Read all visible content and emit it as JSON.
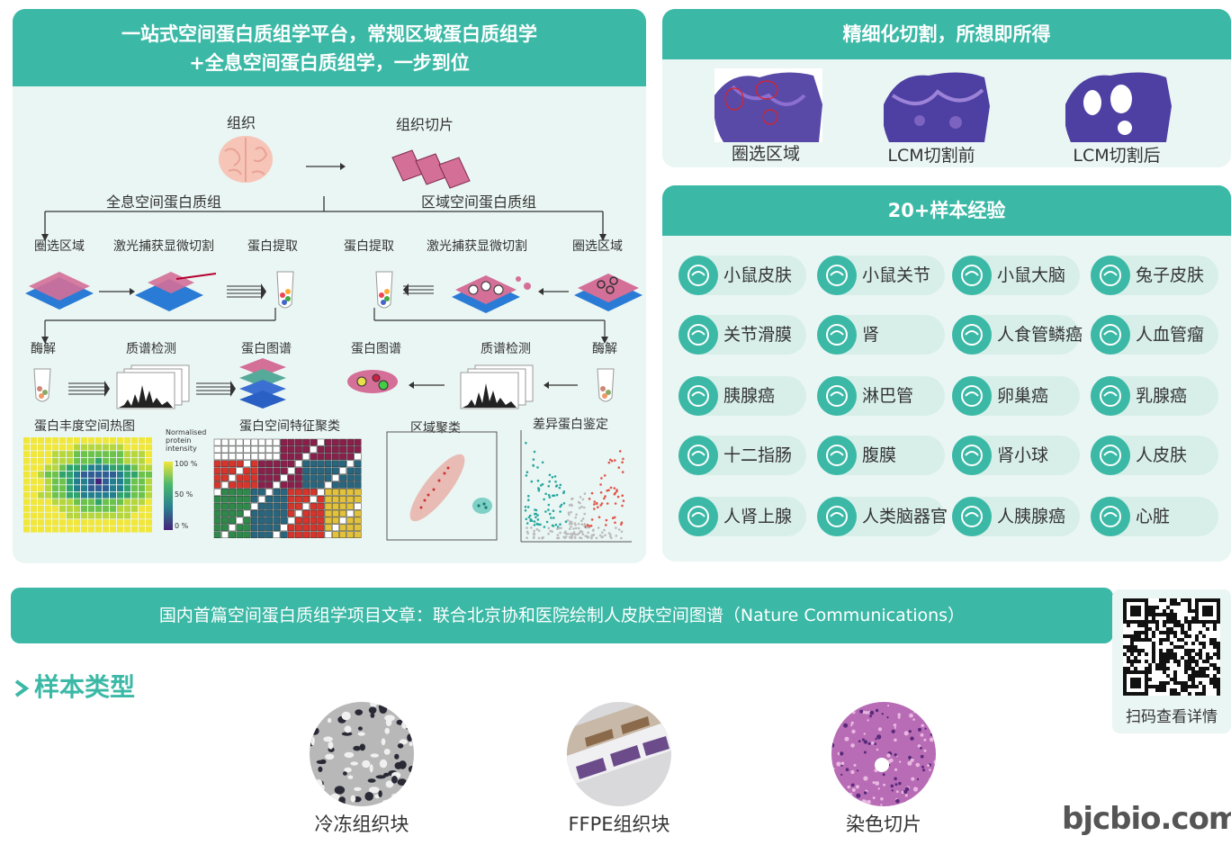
{
  "left_panel": {
    "title_line1": "一站式空间蛋白质组学平台，常规区域蛋白质组学",
    "title_line2": "+全息空间蛋白质组学，一步到位",
    "tissue": "组织",
    "tissue_section": "组织切片",
    "holo_branch": "全息空间蛋白质组",
    "regional_branch": "区域空间蛋白质组",
    "left_steps": [
      "圈选区域",
      "激光捕获显微切割",
      "蛋白提取"
    ],
    "right_steps": [
      "蛋白提取",
      "激光捕获显微切割",
      "圈选区域"
    ],
    "left_steps2": [
      "酶解",
      "质谱检测",
      "蛋白图谱"
    ],
    "right_steps2": [
      "蛋白图谱",
      "质谱检测",
      "酶解"
    ],
    "bottom_labels": [
      "蛋白丰度空间热图",
      "蛋白空间特征聚类",
      "区域聚类",
      "差异蛋白鉴定"
    ],
    "legend": {
      "title_lines": [
        "Normalised",
        "protein",
        "intensity"
      ],
      "ticks": [
        "100 %",
        "50 %",
        "0 %"
      ]
    }
  },
  "top_right": {
    "title": "精细化切割，所想即所得",
    "images": [
      "圈选区域",
      "LCM切割前",
      "LCM切割后"
    ]
  },
  "samples": {
    "title": "20+样本经验",
    "items": [
      {
        "label": "小鼠皮肤",
        "icon": "skin-icon"
      },
      {
        "label": "小鼠关节",
        "icon": "joint-icon"
      },
      {
        "label": "小鼠大脑",
        "icon": "brain-icon"
      },
      {
        "label": "兔子皮肤",
        "icon": "hair-skin-icon"
      },
      {
        "label": "关节滑膜",
        "icon": "synovium-icon"
      },
      {
        "label": "肾",
        "icon": "kidney-icon"
      },
      {
        "label": "人食管鳞癌",
        "icon": "esophagus-icon"
      },
      {
        "label": "人血管瘤",
        "icon": "vessel-icon"
      },
      {
        "label": "胰腺癌",
        "icon": "pancreas-icon"
      },
      {
        "label": "淋巴管",
        "icon": "lymph-icon"
      },
      {
        "label": "卵巢癌",
        "icon": "ovary-icon"
      },
      {
        "label": "乳腺癌",
        "icon": "breast-icon"
      },
      {
        "label": "十二指肠",
        "icon": "duodenum-icon"
      },
      {
        "label": "腹膜",
        "icon": "peritoneum-icon"
      },
      {
        "label": "肾小球",
        "icon": "glomerulus-icon"
      },
      {
        "label": "人皮肤",
        "icon": "skin-icon"
      },
      {
        "label": "人肾上腺",
        "icon": "adrenal-icon"
      },
      {
        "label": "人类脑器官",
        "icon": "brain-organoid-icon"
      },
      {
        "label": "人胰腺癌",
        "icon": "pancreas-icon"
      },
      {
        "label": "心脏",
        "icon": "heart-icon"
      }
    ]
  },
  "banner": {
    "text": "国内首篇空间蛋白质组学项目文章：联合北京协和医院绘制人皮肤空间图谱（Nature Communications）"
  },
  "qr": {
    "label": "扫码查看详情"
  },
  "sample_types": {
    "title": "样本类型",
    "items": [
      "冷冻组织块",
      "FFPE组织块",
      "染色切片"
    ]
  },
  "site": "bjcbio.com",
  "colors": {
    "accent": "#3bb9a6",
    "panel_bg": "#eaf6f3",
    "chip_bg": "#d8efe9"
  }
}
